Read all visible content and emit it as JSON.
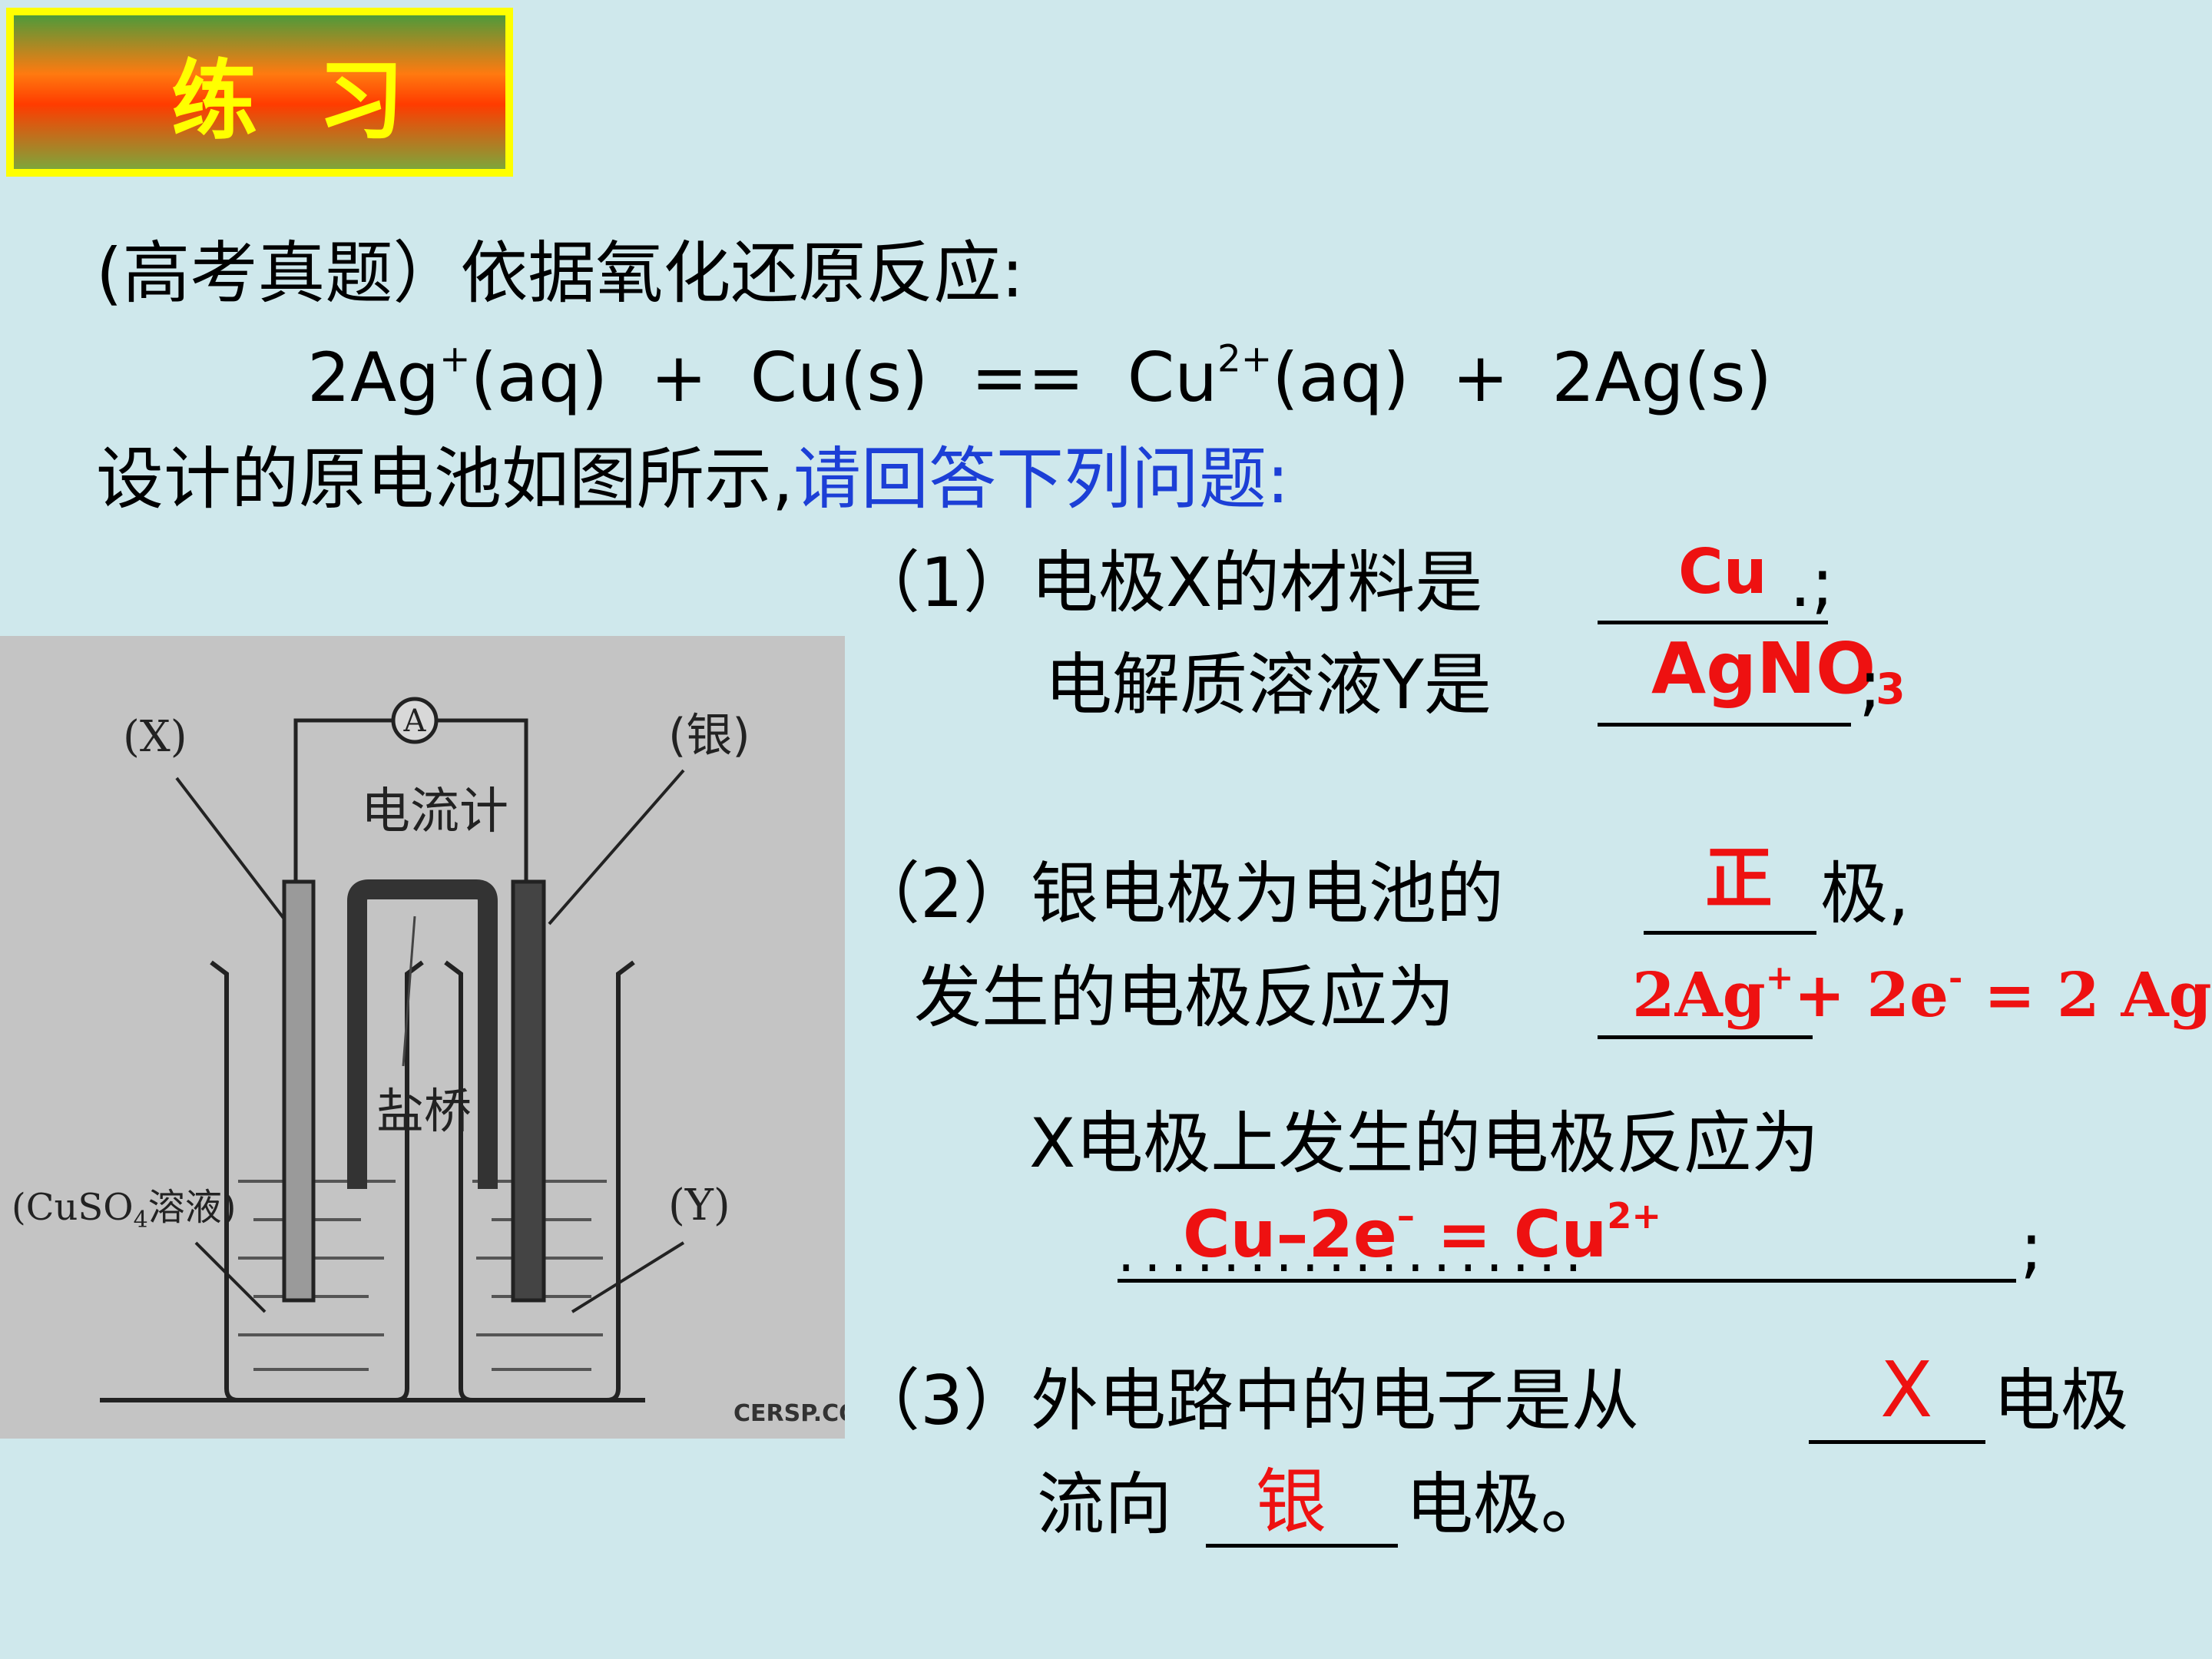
{
  "badge": {
    "title": "练 习"
  },
  "intro": {
    "line1": "(高考真题）依据氧化还原反应:",
    "eq_a": "2Ag",
    "eq_a_sup": "+",
    "eq_b": "(aq)  +  Cu(s)  ==  Cu",
    "eq_b_sup": "2+",
    "eq_c": "(aq)  +  2Ag(s)",
    "line3_black": "设计的原电池如图所示,",
    "line3_blue": "请回答下列问题:"
  },
  "q1": {
    "a_text": "（1）电极X的材料是",
    "a_answer": "Cu",
    "a_end": ".;",
    "b_text": "电解质溶液Y是",
    "b_answer": "AgNO",
    "b_answer_sub": "3",
    "b_end": ";"
  },
  "q2": {
    "a_text": "（2）银电极为电池的",
    "a_answer": "正",
    "a_end": "极,",
    "b_text": "发生的电极反应为",
    "b_answer_1": "2Ag",
    "b_answer_1_sup": "+",
    "b_answer_2": "+ 2e",
    "b_answer_2_sup": "-",
    "b_answer_3": " = 2 Ag",
    "c_text": "X电极上发生的电极反应为",
    "c_dots": "..................",
    "c_answer": "Cu–2e",
    "c_answer_sup": "–",
    "c_answer_2": " = Cu",
    "c_answer_2_sup": "2+",
    "c_end": ";"
  },
  "q3": {
    "a_text": "（3）外电路中的电子是从",
    "a_answer": "X",
    "a_end": "电极",
    "b_text": "流向",
    "b_answer": "银",
    "b_end": "电极。"
  },
  "diagram": {
    "label_x": "(X)",
    "label_silver": "(银)",
    "ammeter": "A",
    "ammeter_label": "电流计",
    "salt_bridge": "盐桥",
    "cuso4_a": "(CuSO",
    "cuso4_sub": "4",
    "cuso4_b": "溶液)",
    "label_y": "(Y)",
    "watermark": "CERSP.COM"
  }
}
